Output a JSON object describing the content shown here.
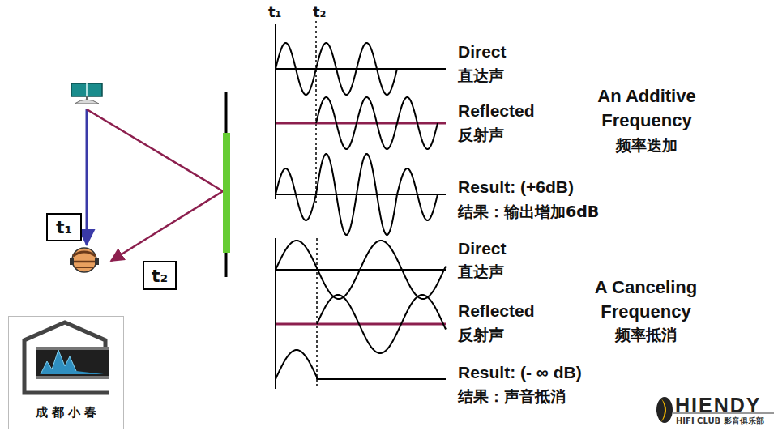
{
  "diagram": {
    "nodes": [
      {
        "text": [
          "t₁"
        ]
      },
      {
        "text": [
          "t₂"
        ]
      },
      {
        "text": [
          "成 都 小 春"
        ]
      }
    ],
    "labels": [
      "t₁",
      "t₂",
      "Direct",
      "直达声",
      "Reflected",
      "反射声",
      "Result: (+6dB)",
      "结果：输出增加6dB",
      "An Additive Frequency",
      "频率迭加",
      "Direct",
      "直达声",
      "Reflected",
      "反射声",
      "Result: (- ∞ dB)",
      "结果：声音抵消",
      "A Canceling Frequency",
      "频率抵消",
      "HIENDY",
      "HIFI CLUB 影音俱乐部"
    ]
  }
}
